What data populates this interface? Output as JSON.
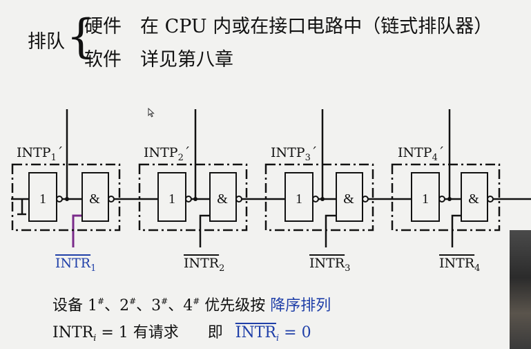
{
  "header": {
    "label": "排队",
    "brace": "{",
    "line1_a": "硬件",
    "line1_b": "在 CPU 内或在接口电路中（链式排队器）",
    "line2_a": "软件",
    "line2_b": "详见第八章"
  },
  "stages": [
    {
      "intp": "INTP",
      "intp_sub": "1",
      "intp_mark": "´",
      "intr": "INTR",
      "intr_sub": "1"
    },
    {
      "intp": "INTP",
      "intp_sub": "2",
      "intp_mark": "´",
      "intr": "INTR",
      "intr_sub": "2"
    },
    {
      "intp": "INTP",
      "intp_sub": "3",
      "intp_mark": "´",
      "intr": "INTR",
      "intr_sub": "3"
    },
    {
      "intp": "INTP",
      "intp_sub": "4",
      "intp_mark": "´",
      "intr": "INTR",
      "intr_sub": "4"
    }
  ],
  "gates": {
    "not_label": "1",
    "and_label": "&"
  },
  "notes": {
    "line1_prefix": "设备 1",
    "sup": "#",
    "line1_sep": "、",
    "n2": "2",
    "n3": "3",
    "n4": "4",
    "line1_suffix": " 优先级按",
    "line1_blue": "降序排列",
    "line2_a": "INTR",
    "line2_sub": "i",
    "line2_b": " = 1  有请求",
    "line2_c": "即",
    "line2_d": "INTR",
    "line2_e": "i",
    "line2_f": " = 0"
  },
  "colors": {
    "highlight_wire": "#7a2a8a",
    "blue_text": "#1f3fa8"
  }
}
